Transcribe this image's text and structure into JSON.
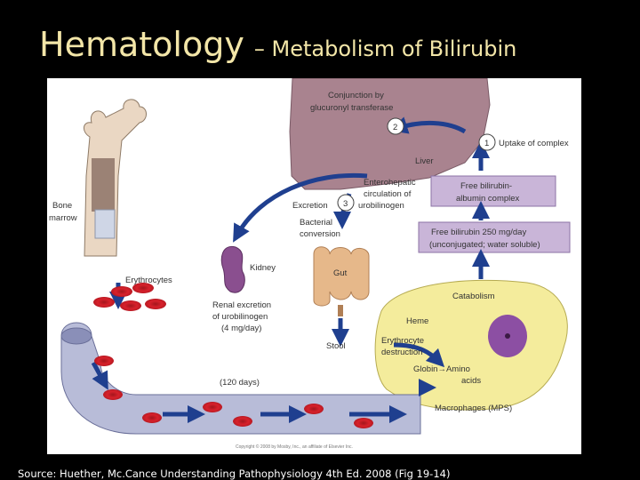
{
  "title": {
    "main": "Hematology",
    "subtitle": "– Metabolism of Bilirubin"
  },
  "labels": {
    "conjunction_line1": "Conjunction by",
    "conjunction_line2": "glucuronyl transferase",
    "step_1": "1",
    "step_2": "2",
    "step_3": "3",
    "uptake": "Uptake of complex",
    "liver": "Liver",
    "free_albumin_line1": "Free bilirubin-",
    "free_albumin_line2": "albumin complex",
    "free_bilirubin_line1": "Free bilirubin 250 mg/day",
    "free_bilirubin_line2": "(unconjugated; water soluble)",
    "enterohepatic_line1": "Enterohepatic",
    "enterohepatic_line2": "circulation of",
    "enterohepatic_line3": "urobilinogen",
    "excretion": "Excretion",
    "bacterial_line1": "Bacterial",
    "bacterial_line2": "conversion",
    "gut": "Gut",
    "kidney": "Kidney",
    "bone_marrow_line1": "Bone",
    "bone_marrow_line2": "marrow",
    "erythrocytes": "Erythrocytes",
    "renal_line1": "Renal excretion",
    "renal_line2": "of urobilinogen",
    "renal_line3": "(4 mg/day)",
    "stool": "Stool",
    "catabolism": "Catabolism",
    "heme": "Heme",
    "erythrocyte_destruction_line1": "Erythrocyte",
    "erythrocyte_destruction_line2": "destruction",
    "globin_amino": "Globin→Amino",
    "acids": "acids",
    "days": "(120 days)",
    "macrophages": "Macrophages (MPS)",
    "copyright": "Copyright © 2008 by Mosby, Inc., an affiliate of Elsevier Inc."
  },
  "source": "Source: Huether, Mc.Cance Understanding Pathophysiology 4th Ed. 2008 (Fig 19-14)",
  "colors": {
    "liver": "#a9838f",
    "boxes": "#c9b5d8",
    "macrophage": "#f4ec9c",
    "vessel": "#b8bcd8",
    "arrow": "#1f3f8f",
    "rbc": "#d8212b",
    "kidney": "#8a4f8f",
    "gut": "#e6b88a",
    "title": "#f3e6a8"
  },
  "icons": [
    "bone-icon",
    "kidney-icon",
    "gut-icon",
    "liver-icon",
    "macrophage-icon",
    "blood-vessel-icon",
    "rbc-icon",
    "arrow-icon"
  ]
}
